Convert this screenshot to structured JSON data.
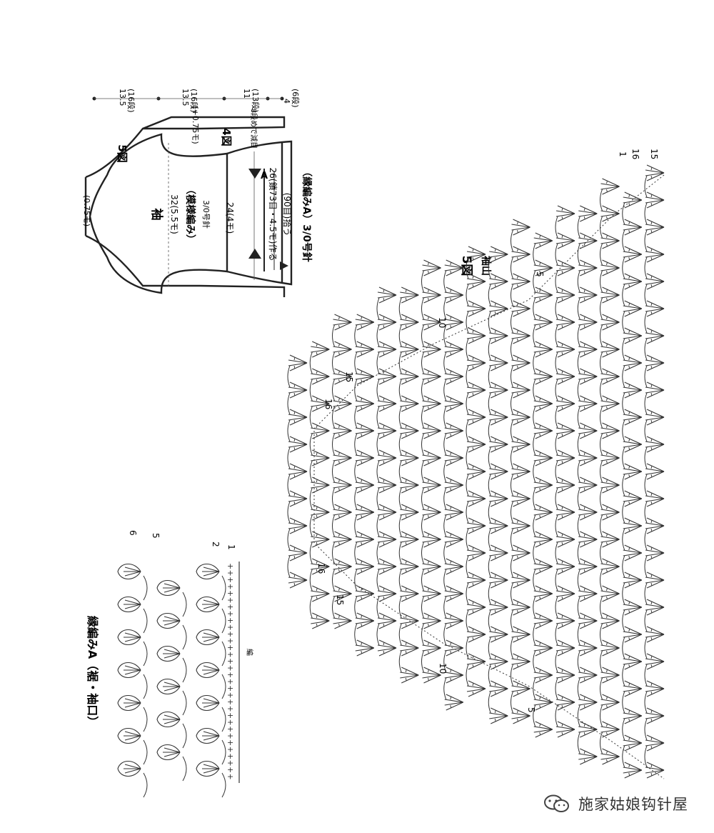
{
  "sleeve": {
    "label": "袖",
    "pattern": "（模様編み）",
    "needle": "3/0号針",
    "fig5_ref": "5図",
    "fig4_ref": "4図",
    "top_width": "(0.75モ)",
    "upper_width": "32(5.5モ)",
    "lower_width": "24(4モ)",
    "inc_note": "(+0.75モ)",
    "cuff_chain": "26(鎖73目・4.5モ)作る",
    "cuff_pick": "(90目)拾う",
    "cuff_pattern": "（縁編みA）3/0号針",
    "cuff_note": "8段めで減目",
    "mark_a": "A",
    "dims": [
      {
        "cm": "13.5",
        "rows": "(16段)"
      },
      {
        "cm": "13.5",
        "rows": "(16段)"
      },
      {
        "cm": "11",
        "rows": "(13段)"
      },
      {
        "cm": "4",
        "rows": "(6段)"
      }
    ]
  },
  "fig5": {
    "title": "5図",
    "subtitle": "袖山",
    "row_labels_top": [
      "1",
      "16",
      "15"
    ],
    "row_labels_right": [
      "5",
      "10",
      "15",
      "16"
    ],
    "row_labels_left": [
      "16",
      "15",
      "10",
      "5"
    ]
  },
  "edging": {
    "title": "縁編みA（裾・袖口）",
    "rows": [
      "6",
      "5",
      "2",
      "1"
    ],
    "marker": "編"
  },
  "watermark": {
    "text": "施家姑娘钩针屋",
    "icon": "wechat-icon"
  }
}
